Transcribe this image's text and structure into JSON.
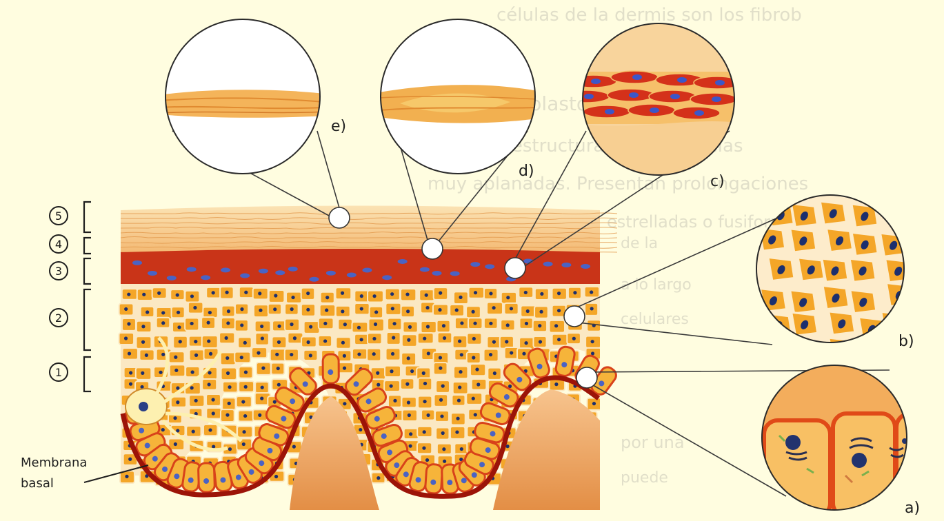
{
  "background_text": [
    "células de la dermis son los fibrob",
    "Fibroblastos",
    "fibrilares estructurales. Son células",
    "muy aplanadas. Presentan prolongaciones",
    "estrelladas o fusiformes",
    "de la",
    "a lo largo",
    "celulares",
    "por una",
    "puede"
  ],
  "layers": [
    {
      "num": "5"
    },
    {
      "num": "4"
    },
    {
      "num": "3"
    },
    {
      "num": "2"
    },
    {
      "num": "1"
    }
  ],
  "callouts": {
    "a": "a)",
    "b": "b)",
    "c": "c)",
    "d": "d)",
    "e": "e)"
  },
  "membrane_label": {
    "line1": "Membrana",
    "line2": "basal"
  },
  "colors": {
    "background": "#fffde0",
    "cell": "#f4a020",
    "cell_light": "#fcd06a",
    "nucleus": "#1c2f6e",
    "red_layer": "#c42a10",
    "dermis": "#e79a4c",
    "membrane": "#a8160a"
  }
}
